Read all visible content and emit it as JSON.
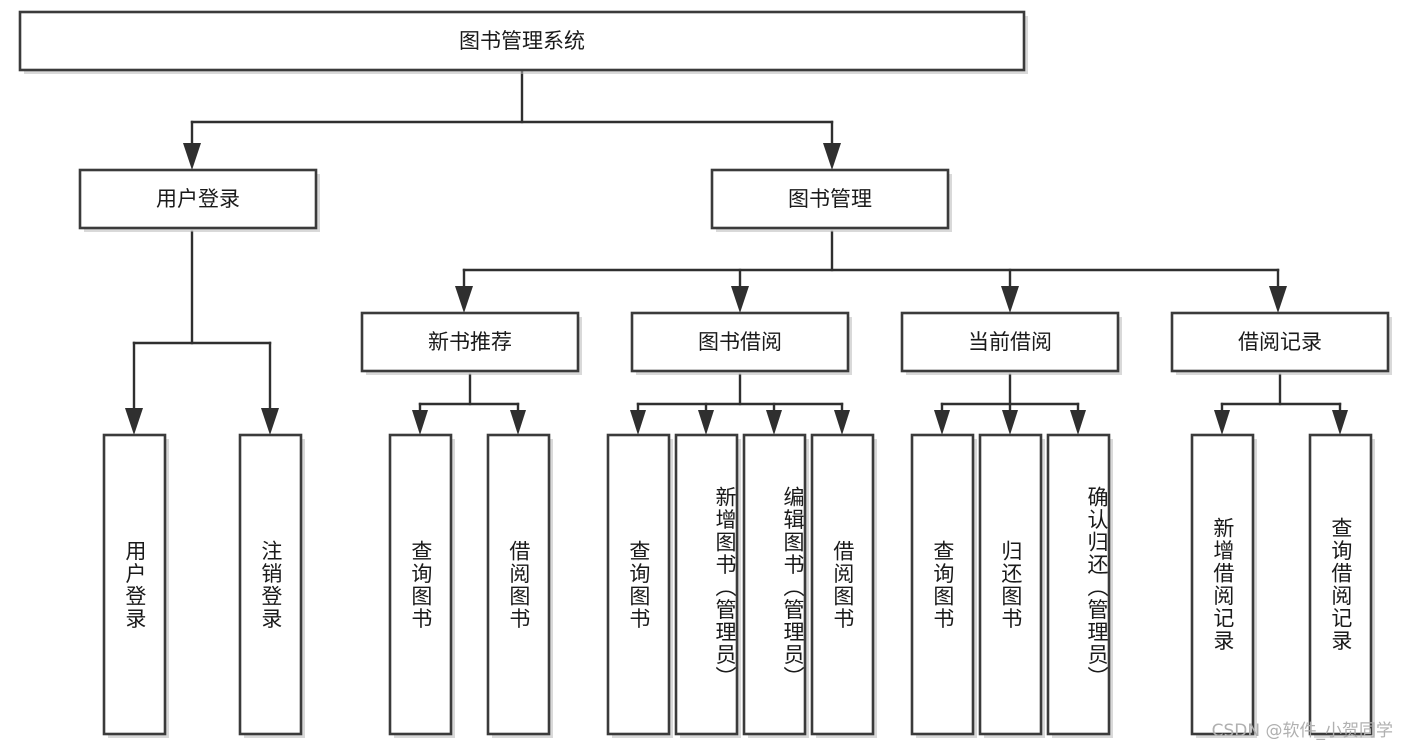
{
  "diagram": {
    "title": "图书管理系统",
    "watermark": "CSDN @软件_小贺同学",
    "colors": {
      "box_stroke": "#3b3b3b",
      "connector": "#2f2f2f",
      "background": "#ffffff",
      "text": "#1a1a1a",
      "watermark": "#b0b0b0"
    },
    "levels": {
      "root": {
        "label": "图书管理系统"
      },
      "level2": [
        {
          "label": "用户登录"
        },
        {
          "label": "图书管理"
        }
      ],
      "level3": [
        {
          "label": "新书推荐"
        },
        {
          "label": "图书借阅"
        },
        {
          "label": "当前借阅"
        },
        {
          "label": "借阅记录"
        }
      ]
    },
    "leaves": {
      "user_login": [
        {
          "label": "用户登录"
        },
        {
          "label": "注销登录"
        }
      ],
      "new_book_recommend": [
        {
          "label": "查询图书"
        },
        {
          "label": "借阅图书"
        }
      ],
      "book_borrow": [
        {
          "label": "查询图书"
        },
        {
          "label": "新增图书（管理员）"
        },
        {
          "label": "编辑图书（管理员）"
        },
        {
          "label": "借阅图书"
        }
      ],
      "current_borrow": [
        {
          "label": "查询图书"
        },
        {
          "label": "归还图书"
        },
        {
          "label": "确认归还（管理员）"
        }
      ],
      "borrow_record": [
        {
          "label": "新增借阅记录"
        },
        {
          "label": "查询借阅记录"
        }
      ]
    }
  }
}
